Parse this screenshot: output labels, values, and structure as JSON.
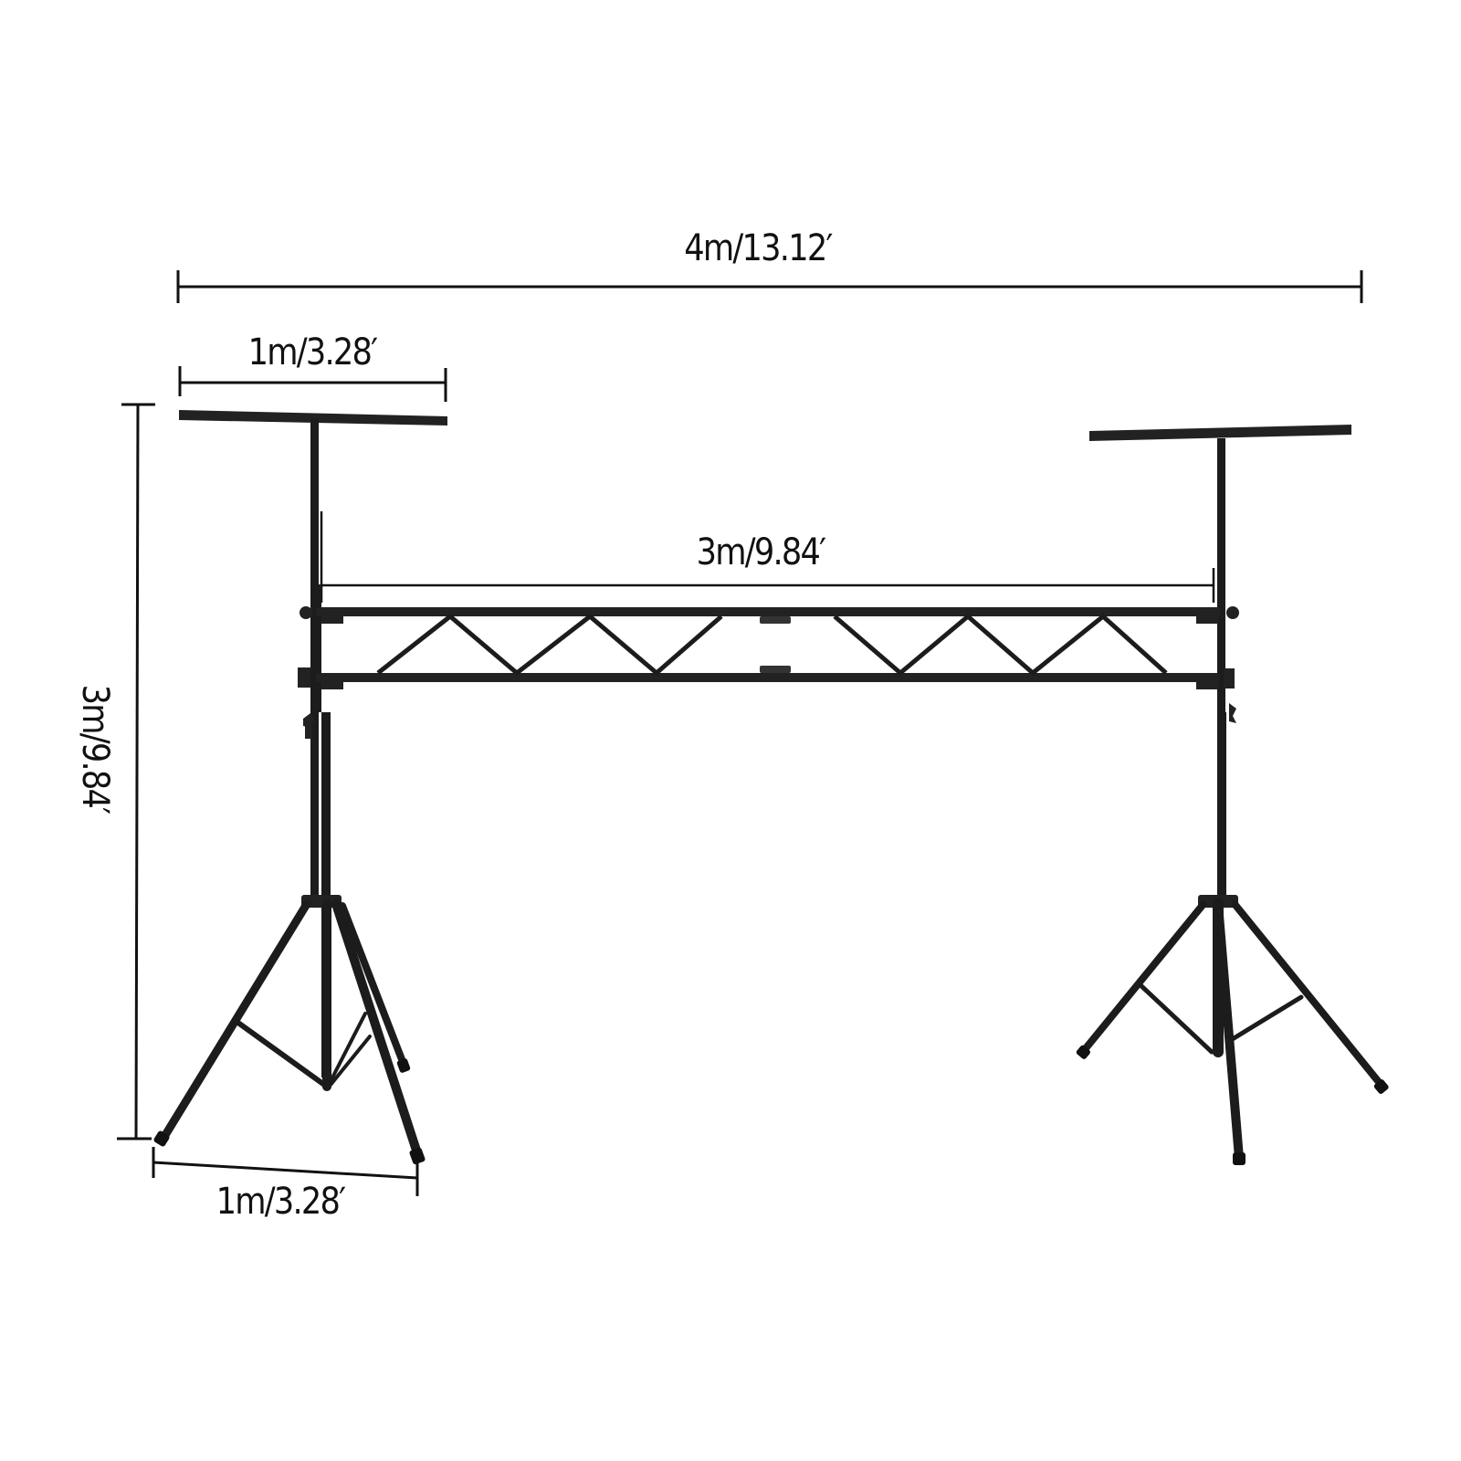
{
  "diagram": {
    "subject": "Lighting truss stand with two tripod T-bar stands",
    "colors": {
      "background": "#ffffff",
      "structure": "#1c1c1c",
      "dimension_line": "#111111"
    },
    "dimensions": {
      "overall_width": {
        "label": "4m/13.12′",
        "metric": "4m",
        "imperial": "13.12′"
      },
      "tbar_width": {
        "label": "1m/3.28′",
        "metric": "1m",
        "imperial": "3.28′"
      },
      "truss_span": {
        "label": "3m/9.84′",
        "metric": "3m",
        "imperial": "9.84′"
      },
      "height": {
        "label": "3m/9.84′",
        "metric": "3m",
        "imperial": "9.84′"
      },
      "tripod_base": {
        "label": "1m/3.28′",
        "metric": "1m",
        "imperial": "3.28′"
      }
    },
    "components": [
      "left-t-bar",
      "right-t-bar",
      "left-mast",
      "right-mast",
      "truss-top-rail",
      "truss-bottom-rail",
      "truss-diagonals",
      "left-tripod-base",
      "right-tripod-base"
    ]
  }
}
